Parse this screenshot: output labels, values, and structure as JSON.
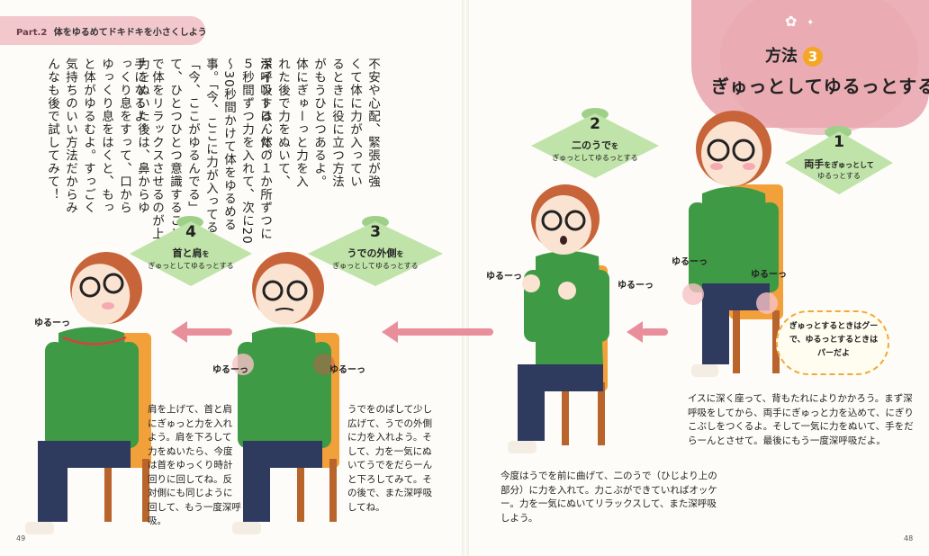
{
  "header": {
    "part": "Part.2",
    "title": "体をゆるめてドキドキを小さくしよう"
  },
  "intro_paragraphs": [
    "不安や心配、緊張が強くて体に力が入っているときに役に立つ方法がもうひとつあるよ。体にぎゅーっと力を入れた後で力をぬいて、深呼吸するんだ。",
    "ポイントは、体の１か所ずつに５秒間ずつ力を入れて、次に20～30秒間かけて体をゆるめる事。「今、ここに力が入ってる」「今、ここがゆるんでる」って、ひとつひとつ意識することで体をリラックスさせるのが上手になるよ。",
    "力をぬいた後は、鼻からゆっくり息をすって、口からゆっくり息をはくと、もっと体がゆるむよ。すっごく気持ちのいい方法だからみんなも後で試してみて！"
  ],
  "method": {
    "label": "方法",
    "number": "3",
    "title": "ぎゅっとしてゆるっとする"
  },
  "steps": [
    {
      "num": "1",
      "title": "両手",
      "suffix": "をぎゅっとして",
      "sub": "ゆるっとする"
    },
    {
      "num": "2",
      "title": "二のうで",
      "suffix": "を",
      "sub": "ぎゅっとしてゆるっとする"
    },
    {
      "num": "3",
      "title": "うでの外側",
      "suffix": "を",
      "sub": "ぎゅっとしてゆるっとする"
    },
    {
      "num": "4",
      "title": "首と肩",
      "suffix": "を",
      "sub": "ぎゅっとしてゆるっとする"
    }
  ],
  "captions": {
    "step1": "イスに深く座って、背もたれによりかかろう。まず深呼吸をしてから、両手にぎゅっと力を込めて、にぎりこぶしをつくるよ。そして一気に力をぬいて、手をだらーんとさせて。最後にもう一度深呼吸だよ。",
    "step2": "今度はうでを前に曲げて、二のうで（ひじより上の部分）に力を入れて。力こぶができていればオッケー。力を一気にぬいてリラックスして、また深呼吸しよう。",
    "step3": "うでをのばして少し広げて、うでの外側に力を入れよう。そして、力を一気にぬいてうでをだらーんと下ろしてみて。その後で、また深呼吸してね。",
    "step4": "肩を上げて、首と肩にぎゅっと力を入れよう。肩を下ろして力をぬいたら、今度は首をゆっくり時計回りに回してね。反対側にも同じように回して、もう一度深呼吸。"
  },
  "bubble": "ぎゅっとするときはグーで、ゆるっとするときはパーだよ",
  "yuru_label": "ゆるーっ",
  "page_numbers": {
    "left": "49",
    "right": "48"
  },
  "colors": {
    "shirt": "#3f9a45",
    "pants": "#2e3a5e",
    "hair": "#c8643a",
    "chair": "#f2a13a",
    "arrow": "#e98f9c",
    "diamond": "#bfe3a8",
    "blob": "#e9a7b0"
  }
}
